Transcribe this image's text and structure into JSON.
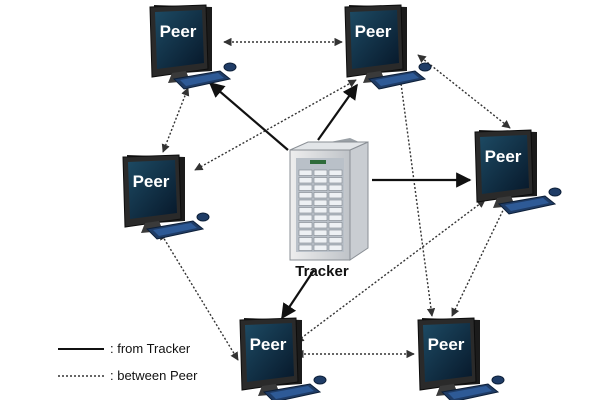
{
  "diagram": {
    "nodes": {
      "tracker": {
        "label": "Tracker"
      },
      "peers": [
        {
          "id": "peer-top-left",
          "label": "Peer"
        },
        {
          "id": "peer-top-right",
          "label": "Peer"
        },
        {
          "id": "peer-mid-left",
          "label": "Peer"
        },
        {
          "id": "peer-mid-right",
          "label": "Peer"
        },
        {
          "id": "peer-bottom-left",
          "label": "Peer"
        },
        {
          "id": "peer-bottom-right",
          "label": "Peer"
        }
      ]
    },
    "edges": {
      "from_tracker": [
        {
          "from": "tracker",
          "to": "peer-top-left"
        },
        {
          "from": "tracker",
          "to": "peer-top-right"
        },
        {
          "from": "tracker",
          "to": "peer-mid-right"
        },
        {
          "from": "tracker",
          "to": "peer-bottom-left"
        }
      ],
      "between_peer": [
        {
          "a": "peer-top-left",
          "b": "peer-top-right"
        },
        {
          "a": "peer-top-left",
          "b": "peer-mid-left"
        },
        {
          "a": "peer-top-right",
          "b": "peer-mid-left"
        },
        {
          "a": "peer-top-right",
          "b": "peer-mid-right"
        },
        {
          "a": "peer-top-right",
          "b": "peer-bottom-right"
        },
        {
          "a": "peer-mid-left",
          "b": "peer-bottom-left"
        },
        {
          "a": "peer-mid-right",
          "b": "peer-bottom-left"
        },
        {
          "a": "peer-mid-right",
          "b": "peer-bottom-right"
        },
        {
          "a": "peer-bottom-left",
          "b": "peer-bottom-right"
        }
      ]
    }
  },
  "legend": {
    "from_tracker": ": from Tracker",
    "between_peer": ": between Peer"
  },
  "colors": {
    "screen": "#0f2c3d",
    "monitor_frame": "#2a2a2a",
    "keyboard": "#1f3c66",
    "tracker_body": "#d9d9d9",
    "tracker_panel": "#b7bdc4",
    "line": "#111111"
  }
}
